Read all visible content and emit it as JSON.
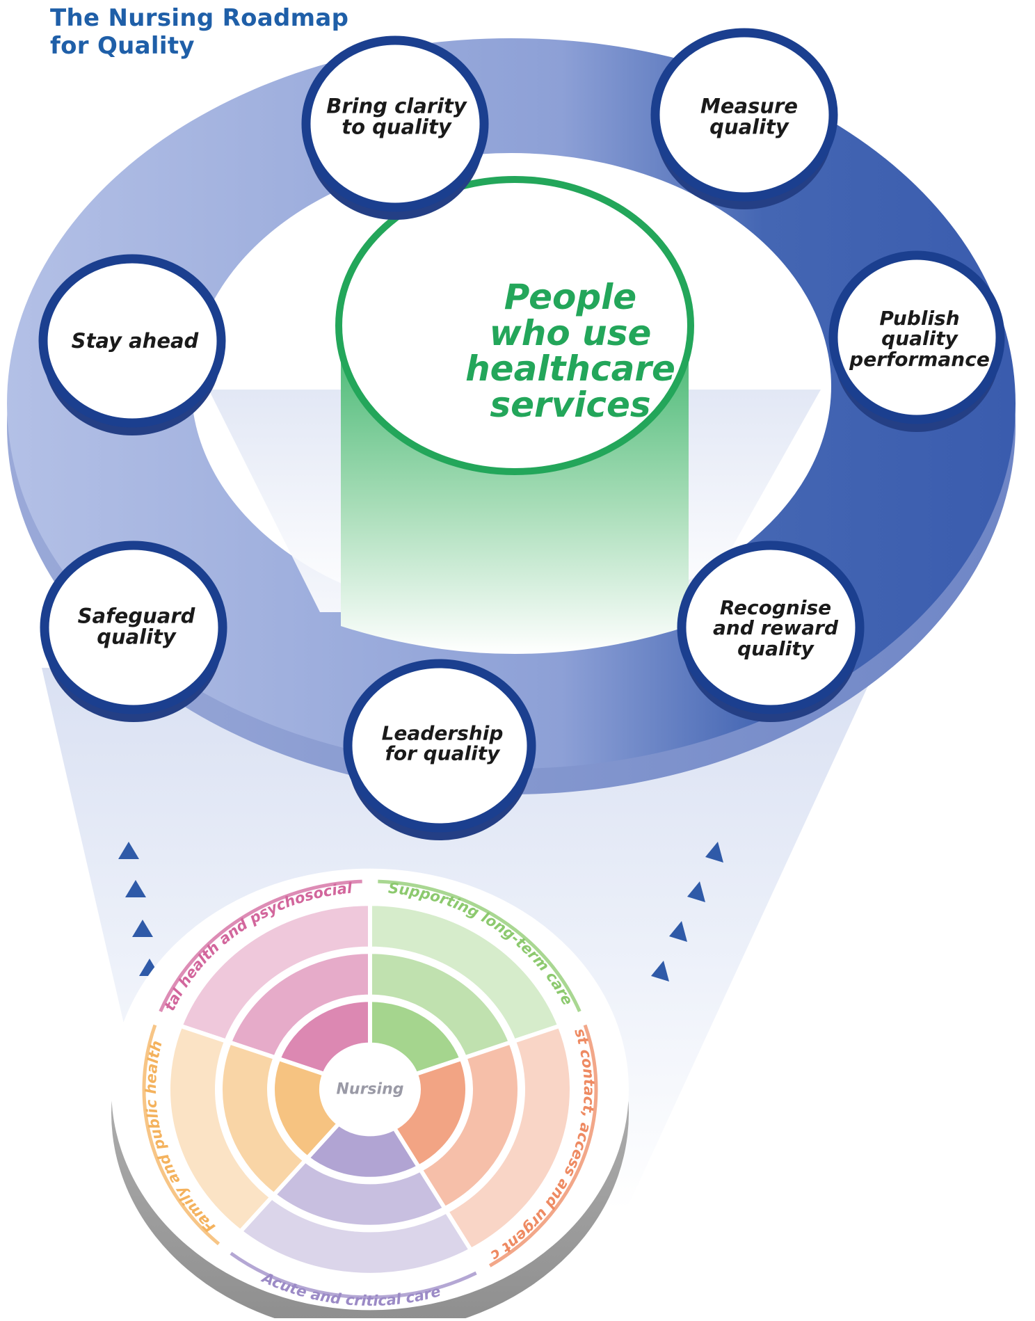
{
  "title": {
    "line1": "The Nursing Roadmap",
    "line2": "for Quality"
  },
  "core": {
    "lines": [
      "People",
      "who use",
      "healthcare",
      "services"
    ]
  },
  "nodes": {
    "bring_clarity": [
      "Bring clarity",
      "to quality"
    ],
    "measure": [
      "Measure",
      "quality"
    ],
    "publish": [
      "Publish",
      "quality",
      "performance"
    ],
    "recognise": [
      "Recognise",
      "and reward",
      "quality"
    ],
    "leadership": [
      "Leadership",
      "for quality"
    ],
    "safeguard": [
      "Safeguard",
      "quality"
    ],
    "stay_ahead": [
      "Stay ahead"
    ]
  },
  "wheel": {
    "hub": "Nursing",
    "segments": [
      {
        "id": "mental",
        "label": "Mental health and psychosocial care",
        "color": "#d2669c"
      },
      {
        "id": "longterm",
        "label": "Supporting long-term care",
        "color": "#8cc96e"
      },
      {
        "id": "firstcontact",
        "label": "First contact, access and urgent care",
        "color": "#ee8a62"
      },
      {
        "id": "acute",
        "label": "Acute and critical care",
        "color": "#9b8ac6"
      },
      {
        "id": "family",
        "label": "Family and public health",
        "color": "#f4b25d"
      }
    ]
  },
  "colors": {
    "title": "#1f5fa8",
    "ring_light": "#aebbe2",
    "ring_dark": "#2f5aa8",
    "node_border": "#1b3f8f",
    "core_green": "#23a65a",
    "arrow": "#2f5aa8"
  }
}
